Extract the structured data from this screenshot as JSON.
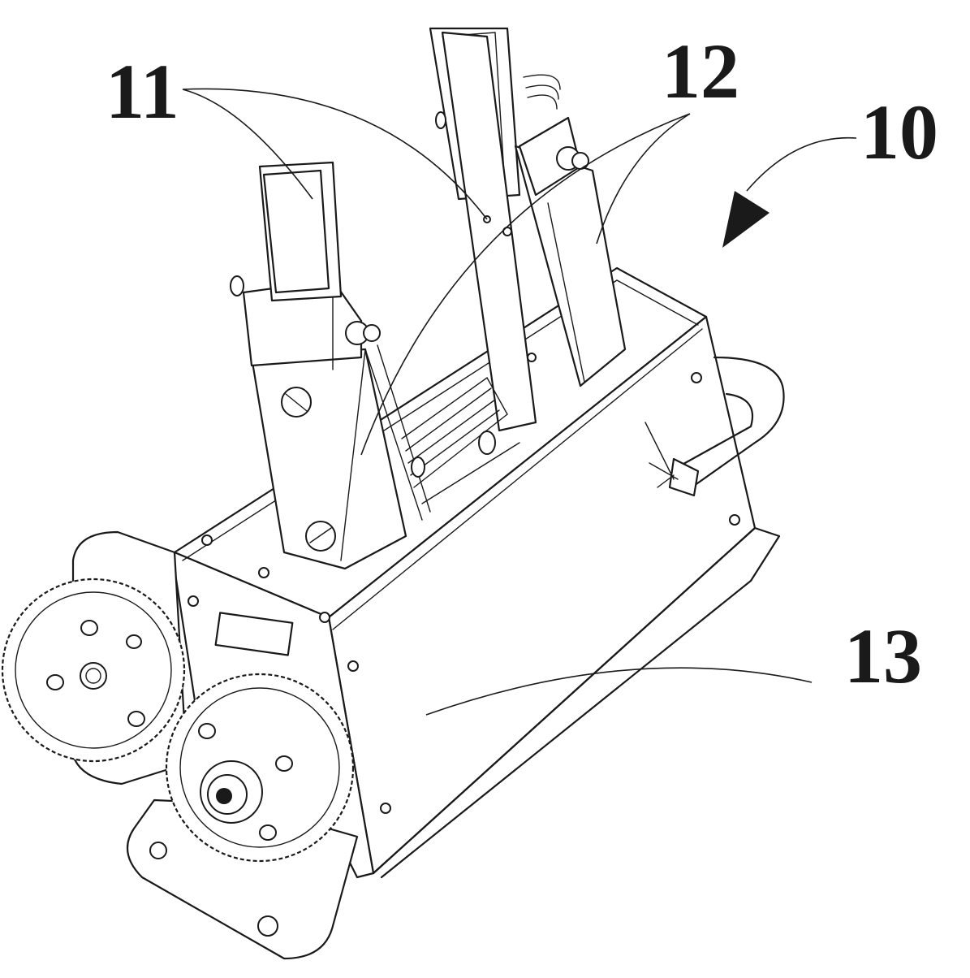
{
  "labels": {
    "ref_11": "11",
    "ref_12": "12",
    "ref_10": "10",
    "ref_13": "13"
  },
  "colors": {
    "line": "#1a1a1a",
    "background": "#ffffff"
  }
}
